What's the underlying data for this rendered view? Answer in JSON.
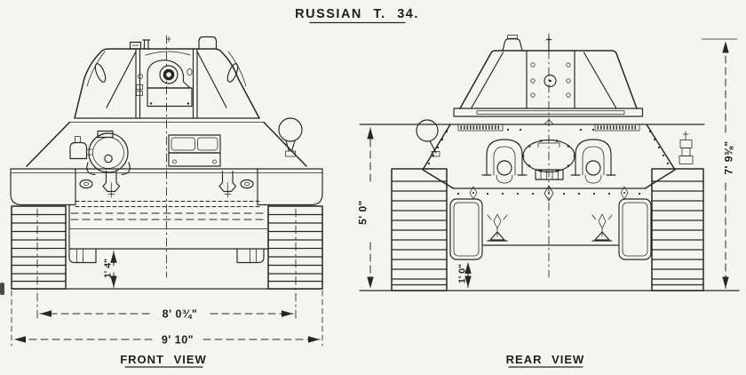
{
  "title": "RUSSIAN T. 34.",
  "front_view": {
    "label": "FRONT VIEW",
    "dimensions": {
      "ground_clearance": "1' 4\"",
      "track_centres_width": "8' 0¾\"",
      "overall_width": "9' 10\""
    }
  },
  "rear_view": {
    "label": "REAR VIEW",
    "dimensions": {
      "hull_height": "5' 0\"",
      "overall_height": "7' 9⅜\"",
      "ground_clearance": "1' 0\""
    }
  },
  "colors": {
    "ink": "#262626",
    "paper": "#f5f4ef"
  }
}
